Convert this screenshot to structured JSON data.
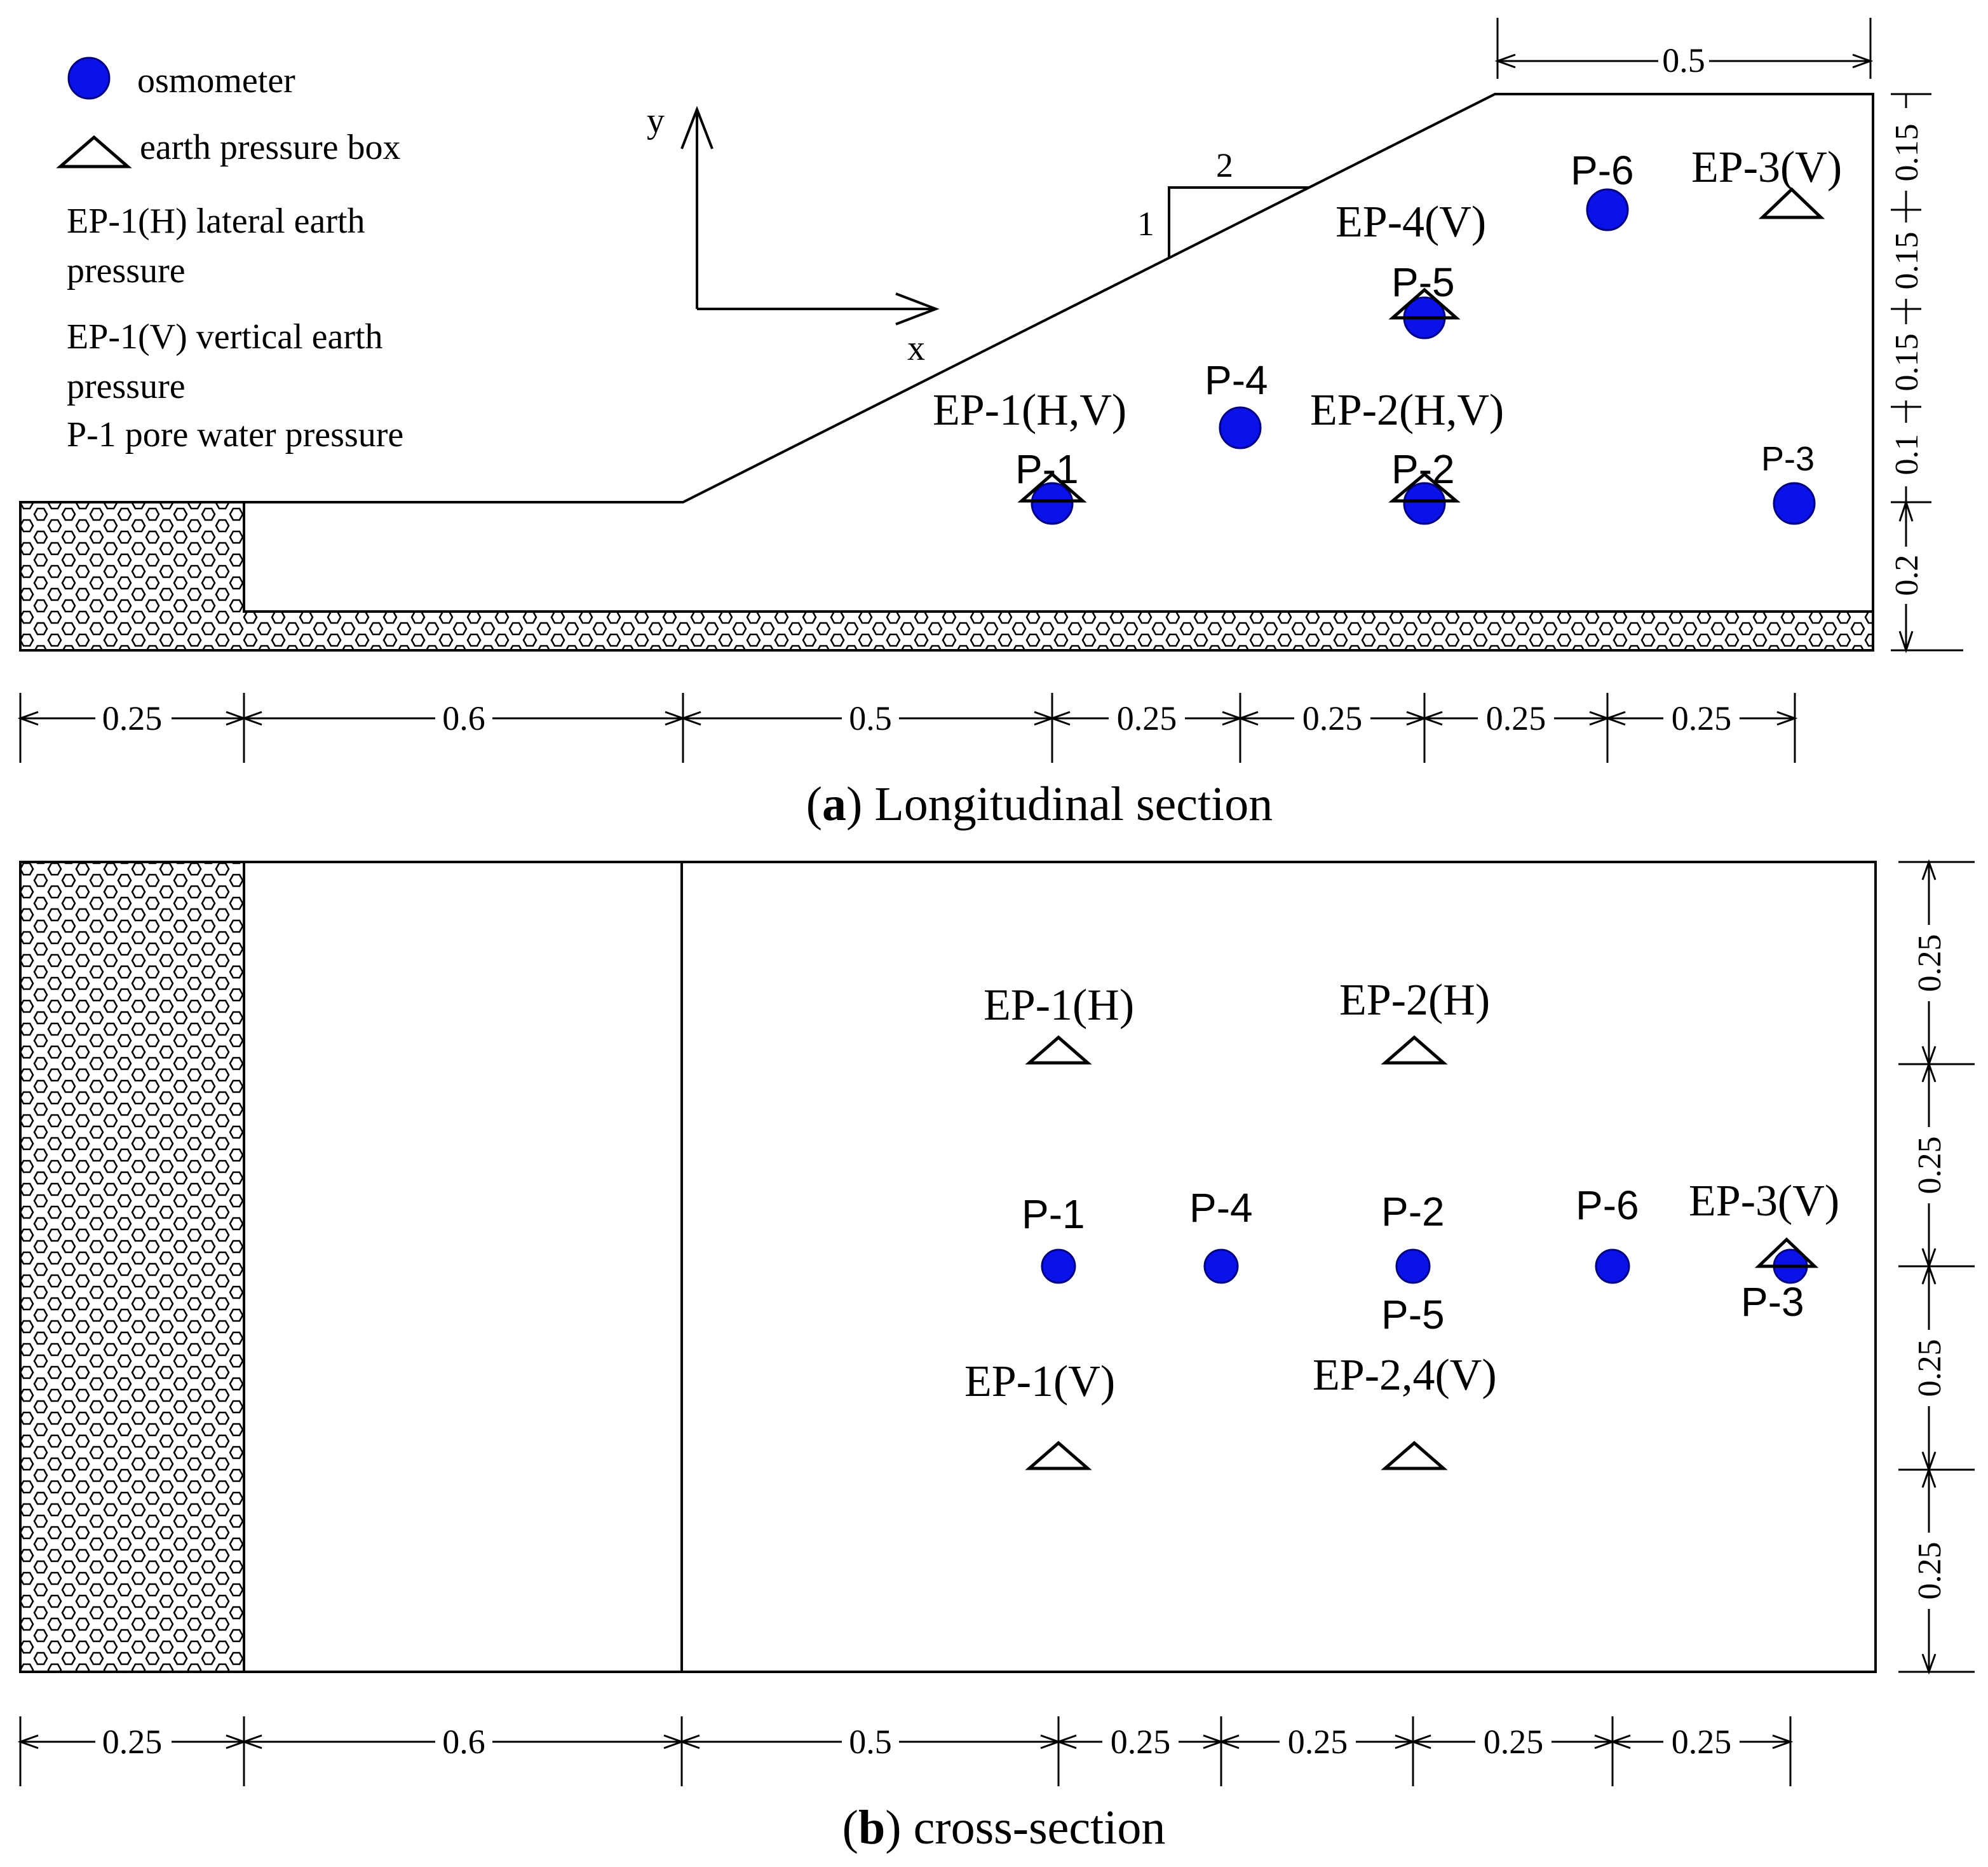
{
  "legend": {
    "osmometer": "osmometer",
    "earth_pressure_box": "earth pressure box",
    "lateral_line1": "EP-1(H) lateral earth",
    "lateral_line2": "pressure",
    "vertical_line1": "EP-1(V) vertical earth",
    "vertical_line2": "pressure",
    "pore": "P-1 pore water pressure"
  },
  "colors": {
    "osmometer_fill": "#0a12e8",
    "osmometer_stroke": "#000080",
    "line": "#000000"
  },
  "axes": {
    "y": "y",
    "x": "x"
  },
  "slope": {
    "run": "2",
    "rise": "1"
  },
  "section_a": {
    "caption_bold": "a",
    "caption_text": "Longitudinal section",
    "labels": {
      "ep1": "EP-1(H,V)",
      "p1": "P-1",
      "p4": "P-4",
      "ep2": "EP-2(H,V)",
      "p2": "P-2",
      "ep4": "EP-4(V)",
      "p5": "P-5",
      "p6": "P-6",
      "ep3": "EP-3(V)",
      "p3": "P-3"
    },
    "top_dim": "0.5",
    "right_dims": [
      "0.15",
      "0.15",
      "0.15",
      "0.1",
      "0.2"
    ],
    "bottom_dims": [
      "0.25",
      "0.6",
      "0.5",
      "0.25",
      "0.25",
      "0.25",
      "0.25"
    ]
  },
  "section_b": {
    "caption_bold": "b",
    "caption_text": "cross-section",
    "labels": {
      "ep1h": "EP-1(H)",
      "ep2h": "EP-2(H)",
      "p1": "P-1",
      "p4": "P-4",
      "p2": "P-2",
      "p6": "P-6",
      "ep3": "EP-3(V)",
      "p3": "P-3",
      "p5": "P-5",
      "ep1v": "EP-1(V)",
      "ep24v": "EP-2,4(V)"
    },
    "right_dims": [
      "0.25",
      "0.25",
      "0.25",
      "0.25"
    ],
    "bottom_dims": [
      "0.25",
      "0.6",
      "0.5",
      "0.25",
      "0.25",
      "0.25",
      "0.25"
    ]
  }
}
